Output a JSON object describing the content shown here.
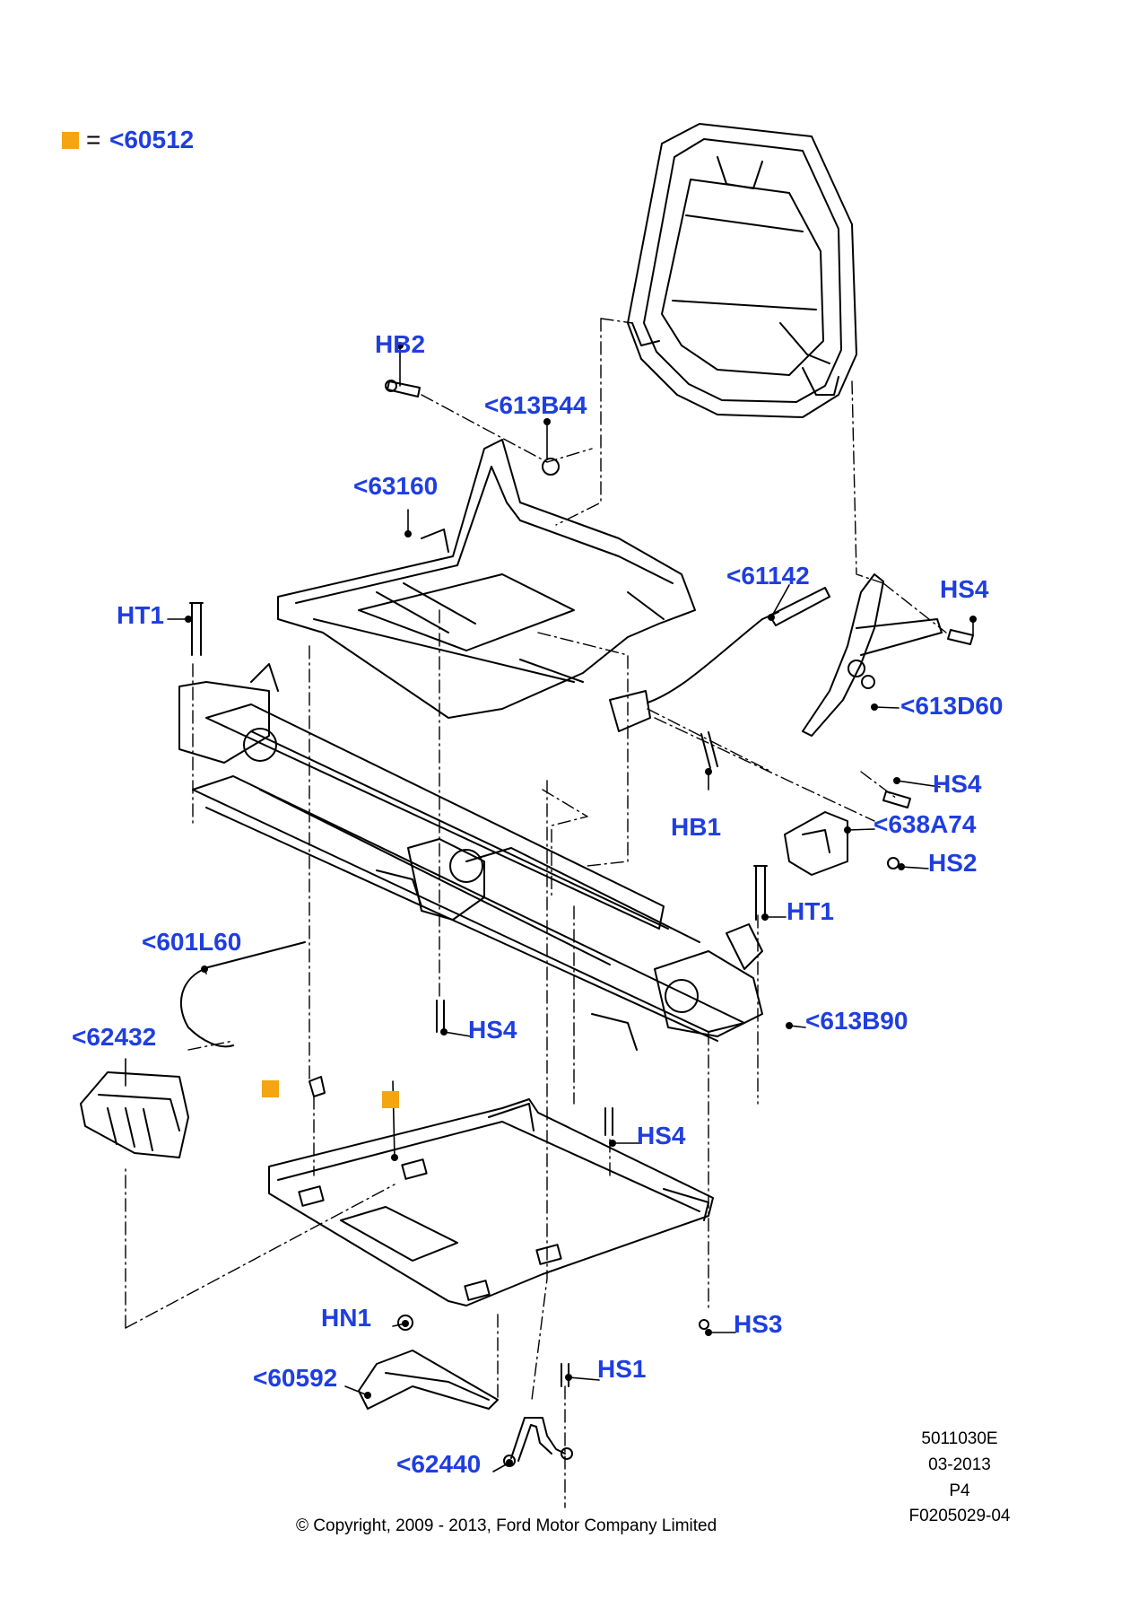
{
  "legend": {
    "symbol_color": "#f5a412",
    "equals": "=",
    "part": "<60512"
  },
  "callouts": {
    "hb2": "HB2",
    "b613b44": "<613B44",
    "c63160": "<63160",
    "c61142": "<61142",
    "hs4_top": "HS4",
    "ht1_left": "HT1",
    "c613d60": "<613D60",
    "hs4_right": "HS4",
    "hb1": "HB1",
    "c638a74": "<638A74",
    "hs2": "HS2",
    "ht1_right": "HT1",
    "c601l60": "<601L60",
    "c613b90": "<613B90",
    "hs4_mid": "HS4",
    "c62432": "<62432",
    "hs4_low": "HS4",
    "hn1": "HN1",
    "hs3": "HS3",
    "hs1": "HS1",
    "c60592": "<60592",
    "c62440": "<62440"
  },
  "footer": {
    "ref_number": "5011030E",
    "date": "03-2013",
    "page": "P4",
    "figure_id": "F0205029-04",
    "copyright": "© Copyright, 2009 - 2013, Ford Motor Company Limited"
  },
  "colors": {
    "label_blue": "#1f3ee0",
    "line": "#000000",
    "marker_orange": "#f5a412"
  }
}
